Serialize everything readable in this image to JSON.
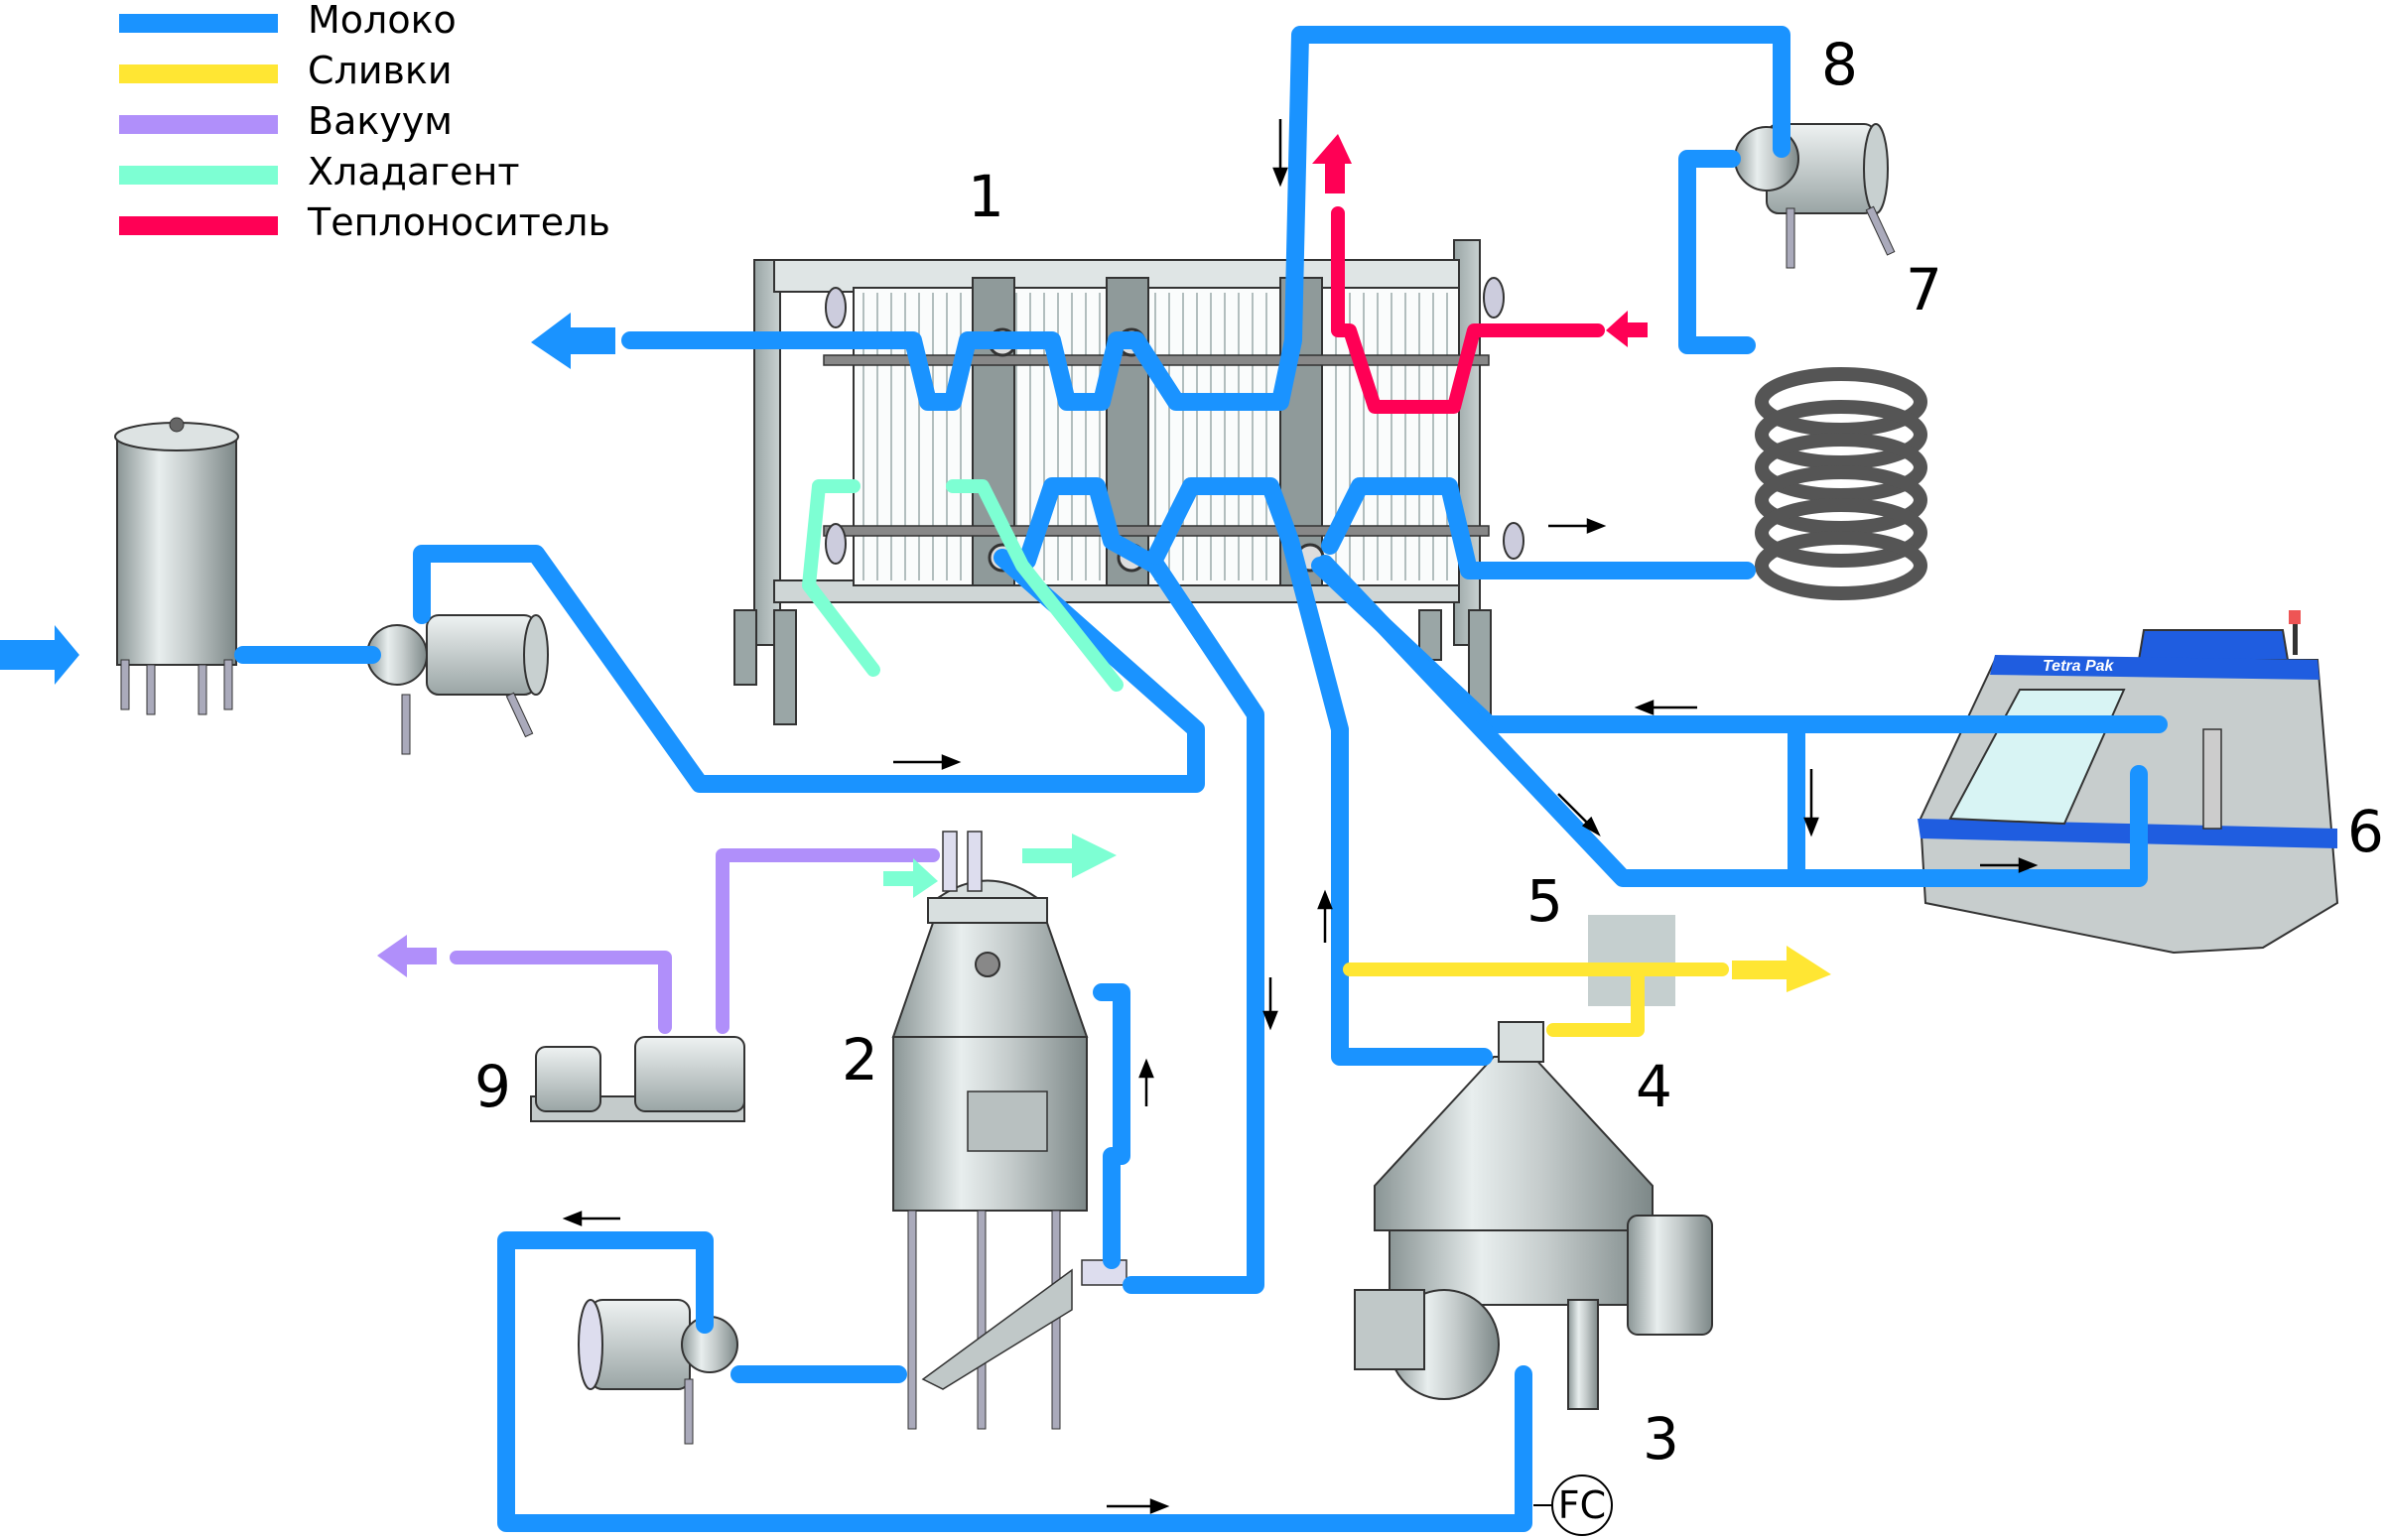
{
  "legend": {
    "items": [
      {
        "label": "Молоко",
        "color": "#1a93ff"
      },
      {
        "label": "Сливки",
        "color": "#ffe633"
      },
      {
        "label": "Вакуум",
        "color": "#b08ffa"
      },
      {
        "label": "Хладагент",
        "color": "#7dffd3"
      },
      {
        "label": "Теплоноситель",
        "color": "#ff0055"
      }
    ]
  },
  "equipment_labels": {
    "heat_exchanger": "1",
    "deaerator": "2",
    "separator_clarifier": "3",
    "separator_top": "4",
    "standardization_unit": "5",
    "homogenizer": "6",
    "holding_tube": "7",
    "booster_pump": "8",
    "vacuum_pump": "9"
  },
  "instrument": {
    "flow_controller": "FC"
  },
  "homogenizer_brand": "Tetra Pak"
}
